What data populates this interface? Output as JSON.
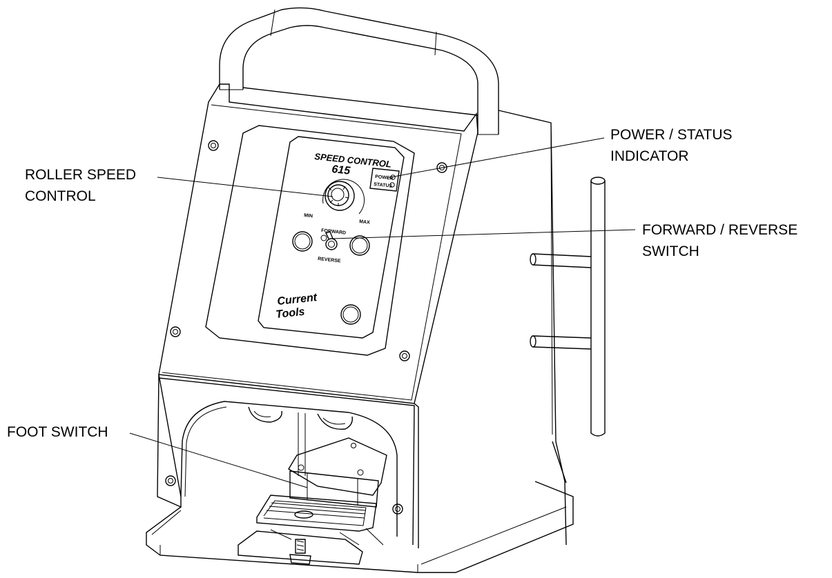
{
  "callouts": {
    "power_status": [
      "POWER / STATUS",
      "INDICATOR"
    ],
    "roller_speed": [
      "ROLLER SPEED",
      "CONTROL"
    ],
    "forward_reverse": [
      "FORWARD / REVERSE",
      "SWITCH"
    ],
    "foot_switch": [
      "FOOT SWITCH"
    ]
  },
  "panel": {
    "title": "SPEED CONTROL",
    "model": "615",
    "min_label": "MIN",
    "max_label": "MAX",
    "forward_label": "FORWARD",
    "reverse_label": "REVERSE",
    "power_led_label": "POWER",
    "status_led_label": "STATUS",
    "brand_line1": "Current",
    "brand_line2": "Tools"
  }
}
